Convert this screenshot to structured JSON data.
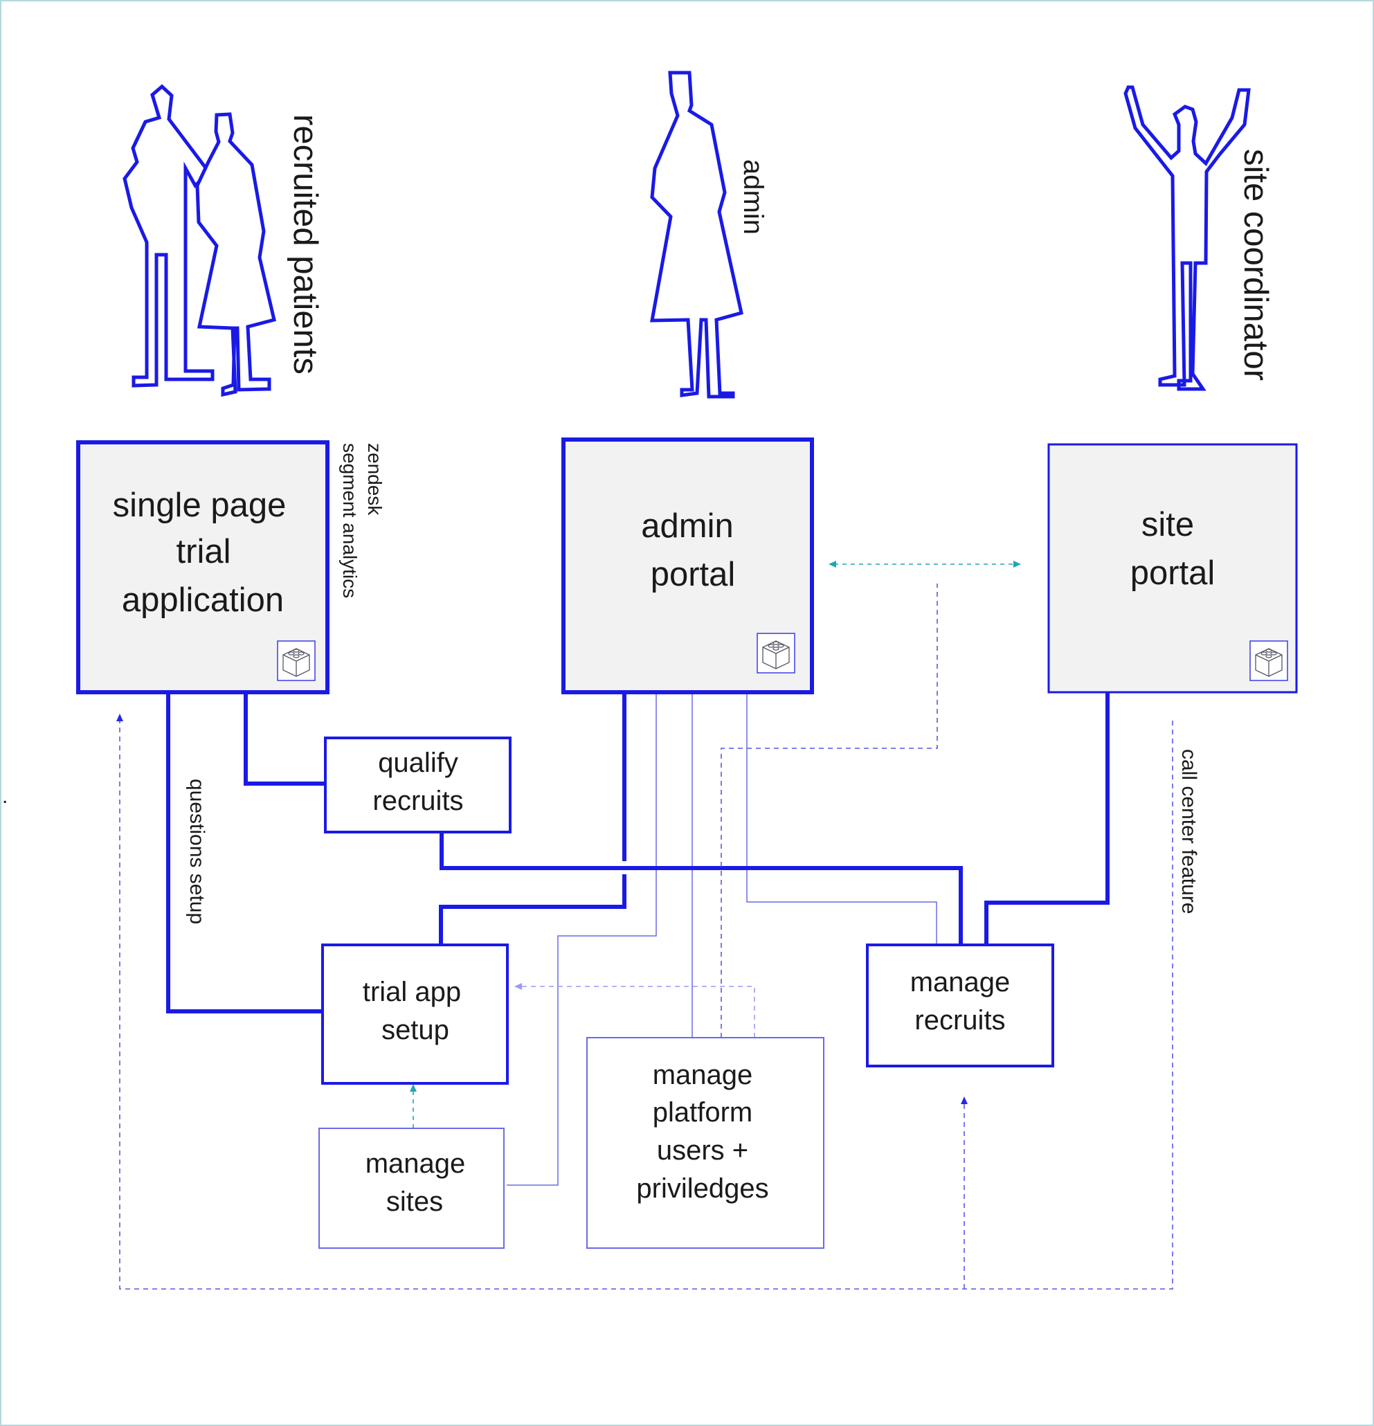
{
  "actors": {
    "patients": "recruited patients",
    "admin": "admin",
    "coordinator": "site coordinator"
  },
  "portals": {
    "single_page": [
      "single page",
      "trial",
      "application"
    ],
    "admin": [
      "admin",
      "portal"
    ],
    "site": [
      "site",
      "portal"
    ]
  },
  "side_notes": {
    "zendesk": "zendesk",
    "segment": "segment analytics",
    "questions_setup": "questions setup",
    "call_center": "call center feature",
    "stray_dot": "."
  },
  "modules": {
    "qualify": [
      "qualify",
      "recruits"
    ],
    "trial_setup": [
      "trial app",
      "setup"
    ],
    "manage_recruits": [
      "manage",
      "recruits"
    ],
    "manage_sites": [
      "manage",
      "sites"
    ],
    "manage_users": [
      "manage",
      "platform",
      "users +",
      "priviledges"
    ]
  },
  "colors": {
    "primary_blue": "#1a1ae6",
    "teal": "#21a6b8",
    "box_fill": "#f2f2f2"
  },
  "icons": {
    "module": "lego-brick-icon",
    "person": "person-figure-icon"
  }
}
